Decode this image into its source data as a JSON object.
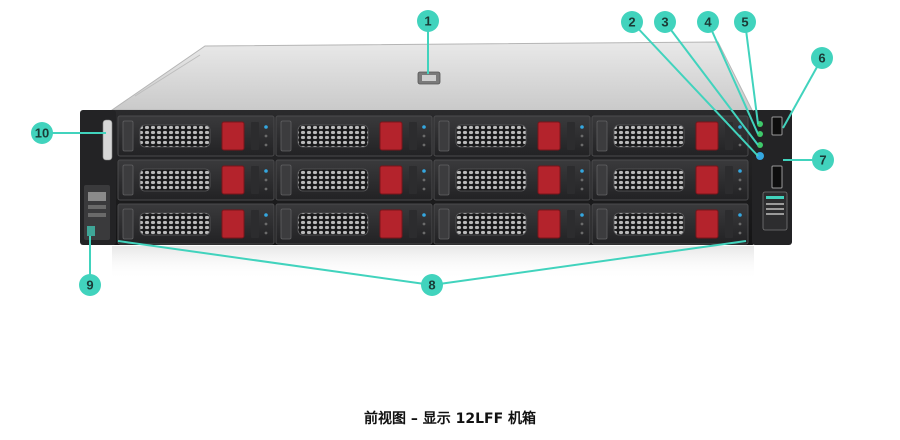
{
  "caption": "前视图 – 显示 12LFF 机箱",
  "callouts": [
    "1",
    "2",
    "3",
    "4",
    "5",
    "6",
    "7",
    "8",
    "9",
    "10"
  ],
  "drive_bays": {
    "rows": 3,
    "columns": 4
  },
  "colors": {
    "callout_fill": "#41d3bd",
    "leader_line": "#41d3bd",
    "drive_latch": "#b4232c",
    "chassis_top": "#d8d8d8",
    "chassis_front": "#1f1f21",
    "status_led_green": "#3ec96a",
    "status_led_blue": "#34a7e0"
  },
  "icons": [
    "server-chassis",
    "drive-carrier",
    "usb-port",
    "power-button",
    "status-led",
    "serial-label-tag",
    "rack-ear"
  ]
}
